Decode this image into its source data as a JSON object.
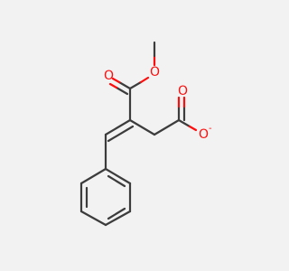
{
  "molecule": {
    "atoms": {
      "ester_o_methoxy": "O",
      "ester_o_carbonyl": "O",
      "carboxylate_o_double": "O",
      "carboxylate_o_single": "O",
      "carboxylate_charge": "-"
    },
    "colors": {
      "carbon_bond": "#3c3c3c",
      "oxygen": "#ff0d0d",
      "background": "#f2f2f2"
    }
  }
}
